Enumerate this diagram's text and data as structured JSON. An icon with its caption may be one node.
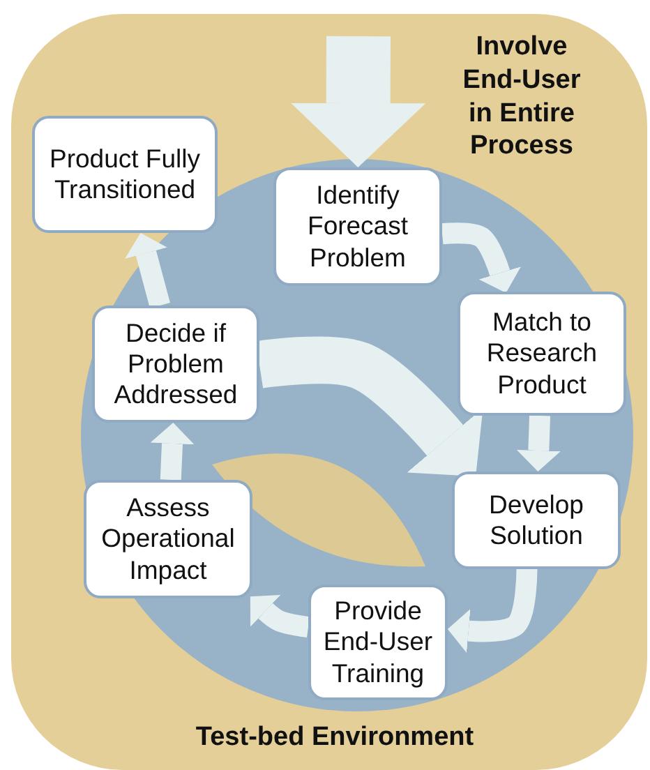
{
  "diagram": {
    "nodes": [
      {
        "text": [
          "Involve End-User in Entire Process",
          "Test-bed Environment"
        ]
      },
      {
        "text": [
          "Product Fully Transitioned"
        ],
        "in": 0
      },
      {
        "text": [
          "Identify Forecast Problem"
        ],
        "in": 0
      },
      {
        "text": [
          "Match to Research Product"
        ],
        "in": 0
      },
      {
        "text": [
          "Develop Solution"
        ],
        "in": 0
      },
      {
        "text": [
          "Provide End-User Training"
        ],
        "in": 0
      },
      {
        "text": [
          "Assess Operational Impact"
        ],
        "in": 0
      },
      {
        "text": [
          "Decide if Problem Addressed"
        ],
        "in": 0
      }
    ],
    "edges": [
      {
        "from": null,
        "to": 2,
        "arrow": "to",
        "style": "thick"
      },
      {
        "from": 2,
        "to": 3,
        "arrow": "to"
      },
      {
        "from": 3,
        "to": 4,
        "arrow": "to"
      },
      {
        "from": 4,
        "to": 5,
        "arrow": "to"
      },
      {
        "from": 5,
        "to": 6,
        "arrow": "to"
      },
      {
        "from": 6,
        "to": 7,
        "arrow": "to"
      },
      {
        "from": 7,
        "to": 1,
        "arrow": "to"
      },
      {
        "from": 7,
        "to": 4,
        "arrow": "to",
        "style": "thick"
      }
    ]
  }
}
